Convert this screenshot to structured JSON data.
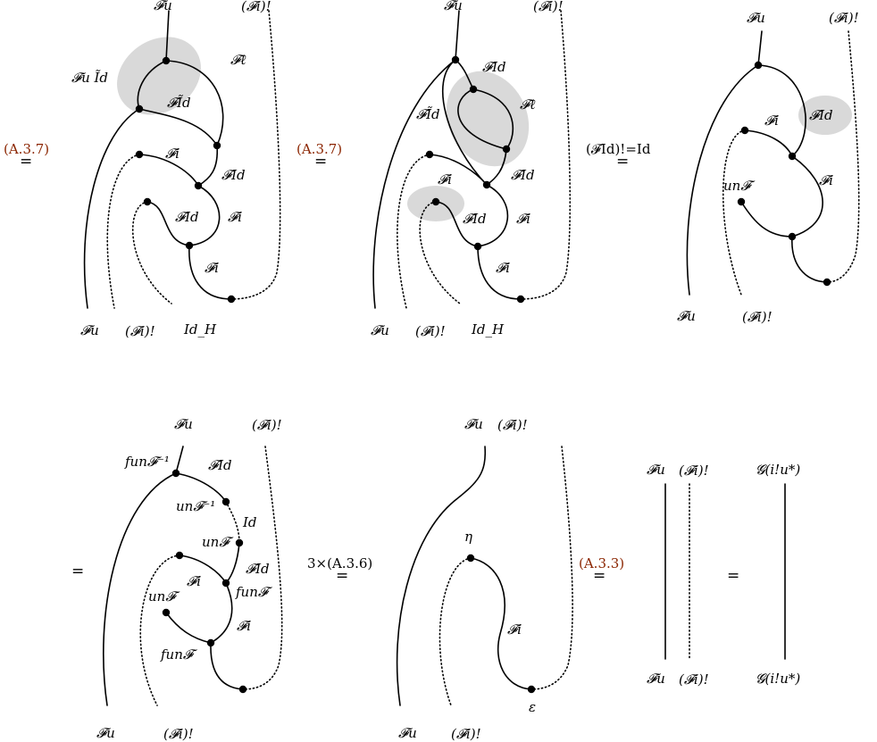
{
  "labels": {
    "Fu": "𝓕u",
    "Fi_shriek": "(𝓕i)!",
    "Fl": "𝓕ℓ",
    "FId": "𝓕Id",
    "FId_tilde": "𝓕Ĩd",
    "Fu_Id_tilde": "𝓕u Ĩd",
    "Fi": "𝓕i",
    "Id_H": "Id_H",
    "Id": "Id",
    "un_F": "un𝓕",
    "un_F_inv": "un𝓕⁻¹",
    "fun_F": "fun𝓕",
    "fun_F_inv": "fun𝓕⁻¹",
    "eta": "η",
    "epsilon": "ε",
    "G_i_u_star": "𝓖(i!u*)"
  },
  "equalities": {
    "eq1_ref": "(A.3.7)",
    "eq2_ref": "(A.3.7)",
    "eq3_ref": "(𝓕Id)!=Id",
    "eq5_ref": "3×(A.3.6)",
    "eq6_ref": "(A.3.3)",
    "equals": "="
  },
  "colors": {
    "highlight": "#d9d9d9",
    "reference": "#8b2500",
    "ink": "#000000"
  }
}
